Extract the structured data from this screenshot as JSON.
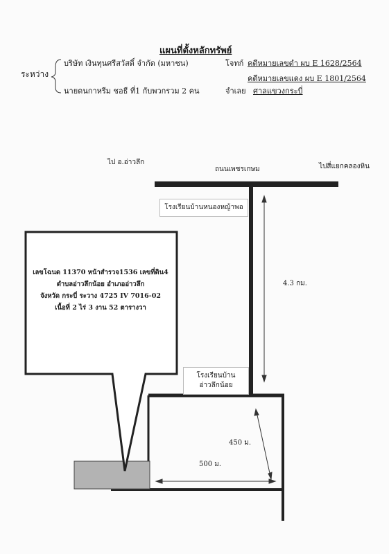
{
  "document": {
    "title": "แผนที่ตั้งหลักทรัพย์",
    "between_label": "ระหว่าง",
    "plaintiff_name": "บริษัท เงินทุนศรีสวัสดิ์ จำกัด (มหาชน)",
    "plaintiff_role": "โจทก์",
    "black_case_label": "คดีหมายเลขดำ ผบ E 1628/2564",
    "red_case_label": "คดีหมายเลขแดง ผบ E 1801/2564",
    "defendant_name": "นายดนกาหรีม ชอธี ที่1 กับพวกรวม 2 คน",
    "defendant_role": "จำเลย",
    "court": "ศาลแขวงกระบี่"
  },
  "map": {
    "to_left": "ไป อ.อ่าวลึก",
    "road_name": "ถนนเพชรเกษม",
    "to_right": "ไปสี่แยกคลองหิน",
    "school_top": "โรงเรียนบ้านหนองหญ้าพอ",
    "distance_vertical": "4.3 กม.",
    "school_bottom_line1": "โรงเรียนบ้าน",
    "school_bottom_line2": "อ่าวลึกน้อย",
    "distance_diagonal": "450 ม.",
    "distance_horizontal": "500 ม."
  },
  "property": {
    "line1": "เลขโฉนด 11370 หน้าสำรวจ1536 เลขที่ดิน4",
    "line2": "ตำบลอ่าวลึกน้อย อำเภออ่าวลึก",
    "line3": "จังหวัด กระบี่ ระวาง 4725 IV 7016-02",
    "line4": "เนื้อที่ 2 ไร่ 3 งาน 52 ตารางวา"
  }
}
